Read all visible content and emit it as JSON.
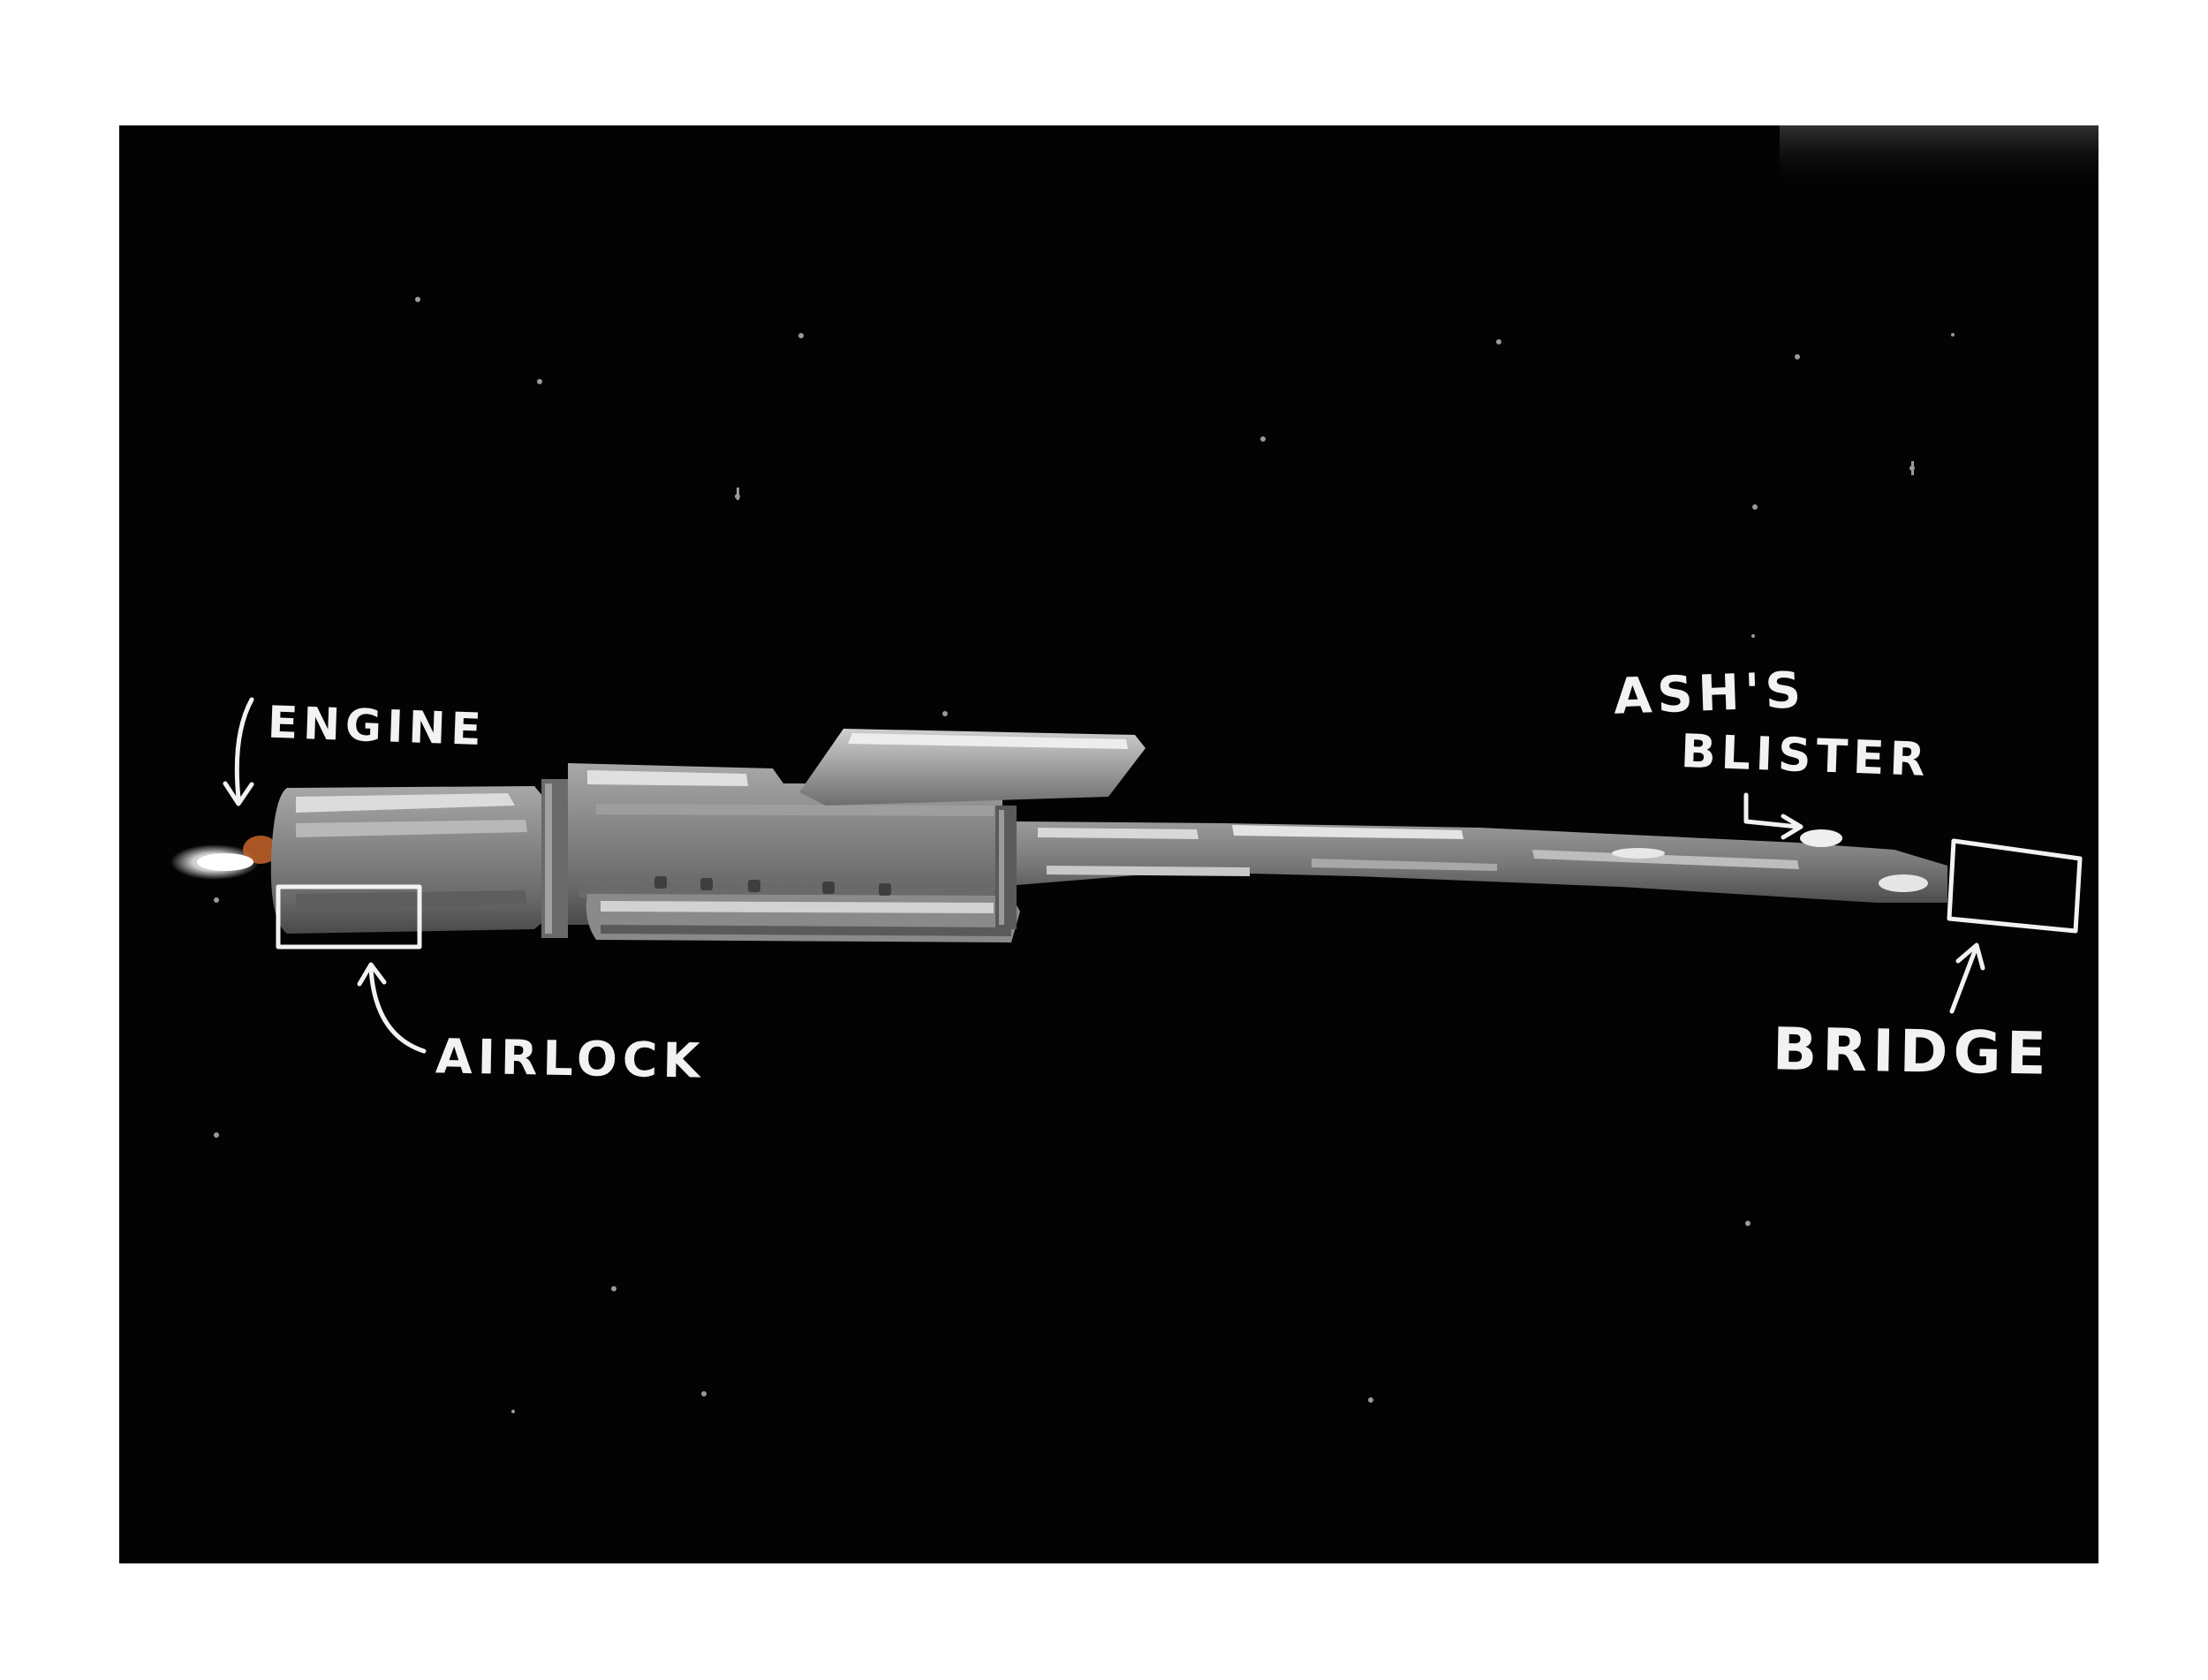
{
  "panel": {
    "background": "#030303",
    "frame": "#ffffff"
  },
  "labels": {
    "engine": "ENGINE",
    "airlock": "AIRLOCK",
    "ash_line1": "ASH'S",
    "ash_line2": "BLISTER",
    "bridge": "BRIDGE"
  },
  "colors": {
    "hull_light": "#d8d8d8",
    "hull_mid": "#8a8a8a",
    "hull_dark": "#5a5a5a",
    "engine_glow": "#ffffff",
    "engine_flame": "#c8642a",
    "annotation": "#f2f2f2"
  },
  "icons": {
    "engine_arrow": "arrow-down-curved",
    "airlock_arrow": "arrow-up-curved",
    "blister_arrow": "arrow-right-bent",
    "bridge_arrow": "arrow-up"
  }
}
